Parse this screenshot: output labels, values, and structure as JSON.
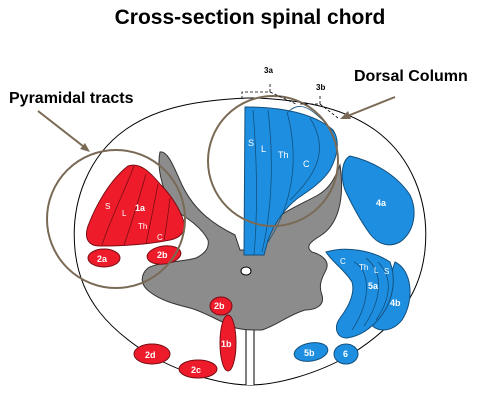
{
  "title": "Cross-section spinal chord",
  "callouts": {
    "pyramidal": "Pyramidal tracts",
    "dorsal": "Dorsal Column"
  },
  "colors": {
    "red": "#ee1c2a",
    "blue": "#1e8fe0",
    "gray": "#8c8c8c",
    "callout": "#7a6a55"
  },
  "labels": {
    "t3a": "3a",
    "t3b": "3b",
    "dc_s": "S",
    "dc_l": "L",
    "dc_th": "Th",
    "dc_c": "C",
    "t4a": "4a",
    "t4b": "4b",
    "t5a": "5a",
    "t5b": "5b",
    "t6": "6",
    "sp_c": "C",
    "sp_th": "Th",
    "sp_l": "L",
    "sp_s": "S",
    "p_s": "S",
    "p_l": "L",
    "p_1a": "1a",
    "p_th": "Th",
    "p_c": "C",
    "t2a": "2a",
    "t2b_left": "2b",
    "t2b_mid": "2b",
    "t1b": "1b",
    "t2d": "2d",
    "t2c": "2c"
  }
}
